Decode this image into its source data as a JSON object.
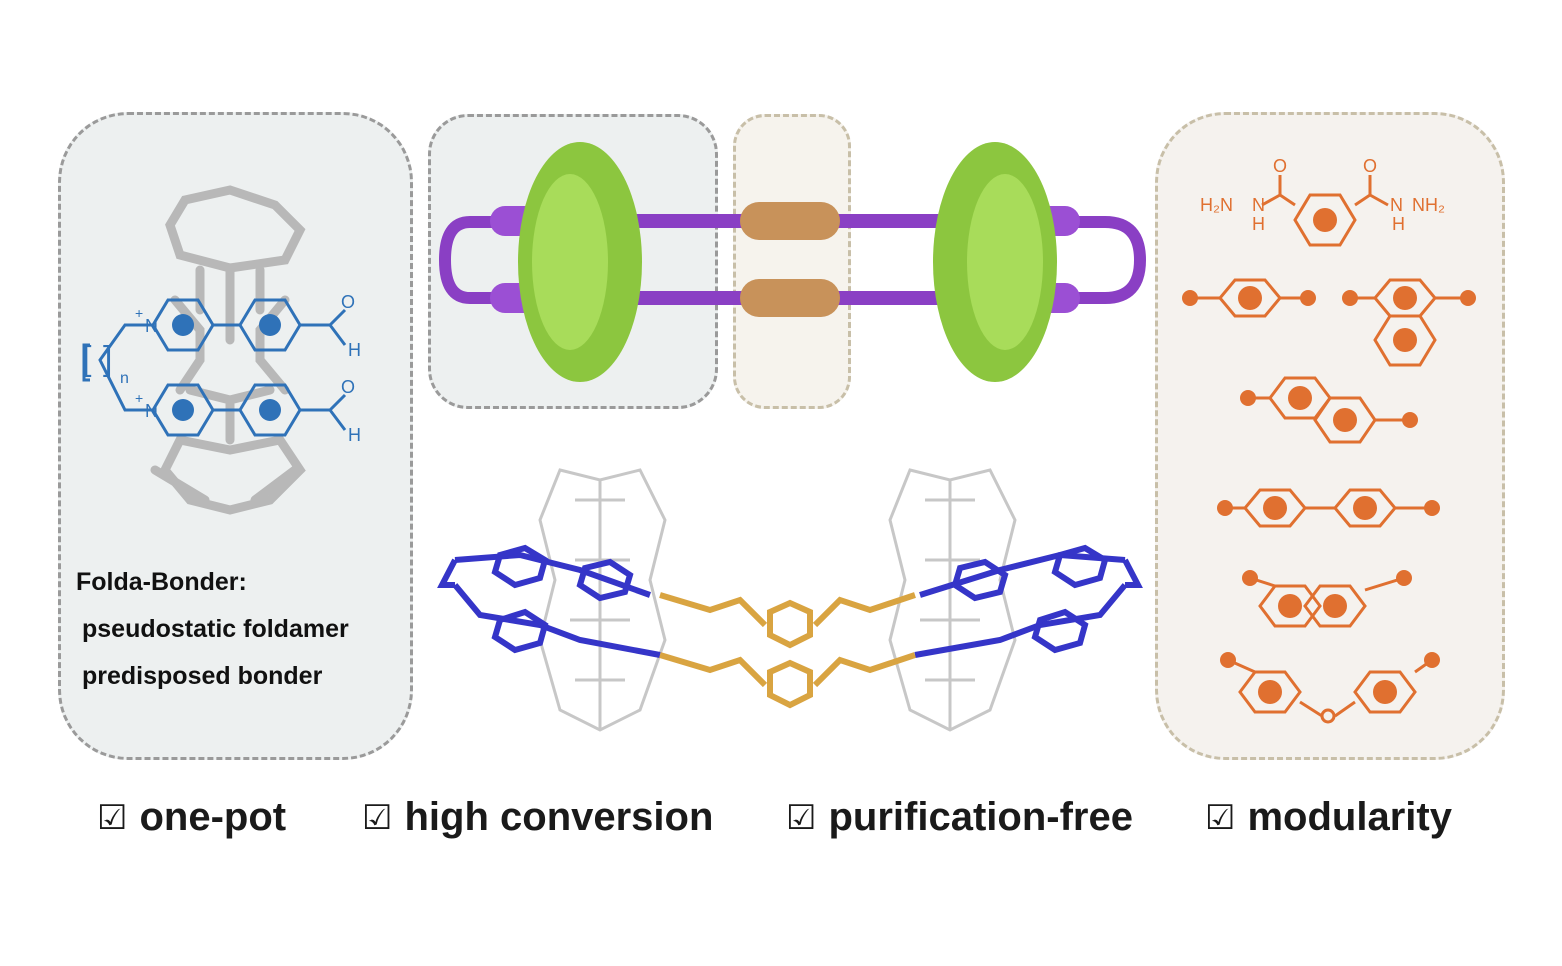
{
  "left_panel": {
    "caption_title": "Folda-Bonder:",
    "caption_line1": "pseudostatic foldamer",
    "caption_line2": "predisposed bonder",
    "atom_n": "N",
    "charge": "+",
    "atom_o": "O",
    "atom_h": "H",
    "subscript_n": "n"
  },
  "right_panel": {
    "hydrazide_left": "H₂N",
    "hydrazide_nh": "N",
    "hydrazide_h": "H",
    "hydrazide_right": "NH₂",
    "atom_o": "O"
  },
  "features": [
    {
      "mark": "☑",
      "label": "one-pot"
    },
    {
      "mark": "☑",
      "label": "high conversion"
    },
    {
      "mark": "☑",
      "label": "purification-free"
    },
    {
      "mark": "☑",
      "label": "modularity"
    }
  ],
  "colors": {
    "blue_structure": "#2f72b8",
    "orange_linker": "#e07030",
    "green_ring": "#8cc63f",
    "purple_axle": "#8a3fc4",
    "tan_link": "#c8925a",
    "crystal_blue": "#3535c8",
    "crystal_gold": "#d9a441"
  }
}
